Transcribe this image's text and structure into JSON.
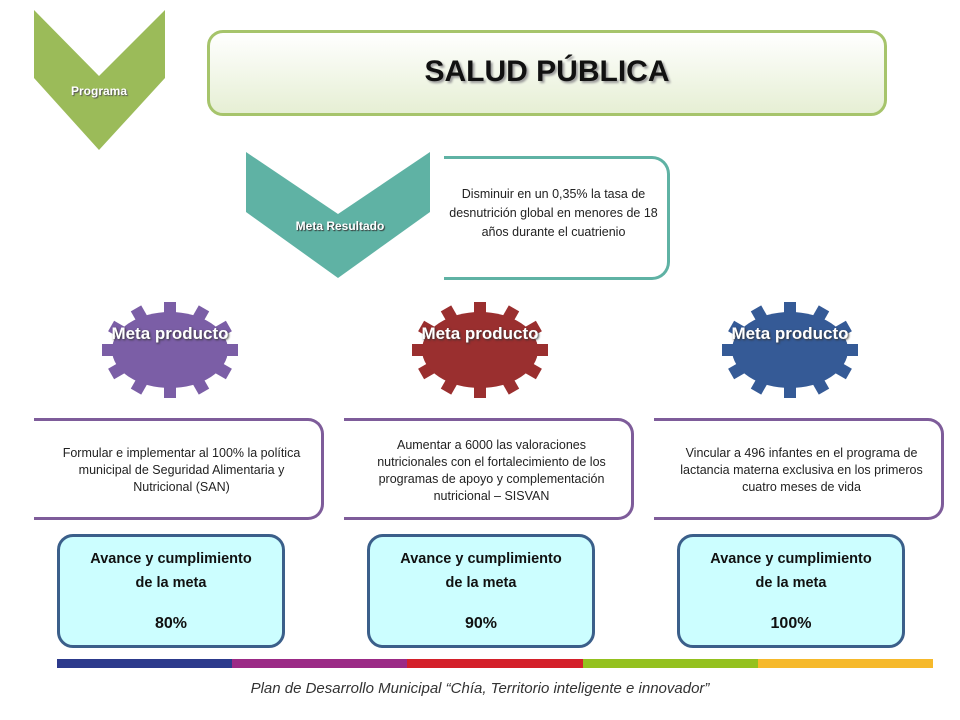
{
  "header": {
    "programa_label": "Programa",
    "title": "SALUD PÚBLICA"
  },
  "resultado": {
    "label": "Meta Resultado",
    "text": "Disminuir en un 0,35% la tasa de desnutrición global en menores de 18 años durante el cuatrienio"
  },
  "productos": [
    {
      "label": "Meta producto",
      "color": "#7b5ea6",
      "text": "Formular e implementar al 100% la política municipal de Seguridad Alimentaria y Nutricional (SAN)",
      "avance_line1": "Avance y cumplimiento",
      "avance_line2": "de la meta",
      "avance_value": "80%"
    },
    {
      "label": "Meta producto",
      "color": "#9a2f2f",
      "text": "Aumentar a 6000 las valoraciones nutricionales con el fortalecimiento de los programas de apoyo y complementación nutricional – SISVAN",
      "avance_line1": "Avance y cumplimiento",
      "avance_line2": "de la meta",
      "avance_value": "90%"
    },
    {
      "label": "Meta producto",
      "color": "#355a96",
      "text": "Vincular a 496 infantes en el programa de lactancia materna exclusiva en los primeros cuatro meses de vida",
      "avance_line1": "Avance y cumplimiento",
      "avance_line2": "de la meta",
      "avance_value": "100%"
    }
  ],
  "colors": {
    "programa_chevron": "#9bbb59",
    "resultado_chevron": "#5fb2a4",
    "footer_bar": [
      "#2c3a8c",
      "#9b2a86",
      "#d4202a",
      "#94c11f",
      "#f6b92b"
    ]
  },
  "footer": {
    "text": "Plan de Desarrollo Municipal  “Chía, Territorio inteligente e innovador”"
  }
}
